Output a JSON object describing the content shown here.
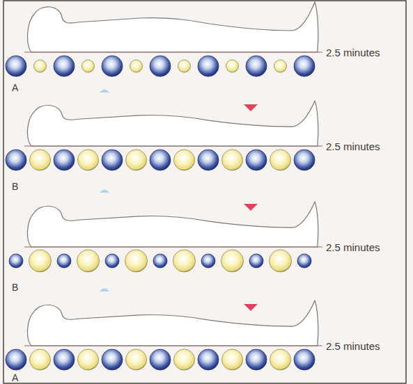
{
  "diagram": {
    "labels": [
      "2.5 minutes",
      "A",
      "2.5 minutes",
      "B",
      "2.5 minutes",
      "B",
      "2.5 minutes",
      "A"
    ]
  }
}
